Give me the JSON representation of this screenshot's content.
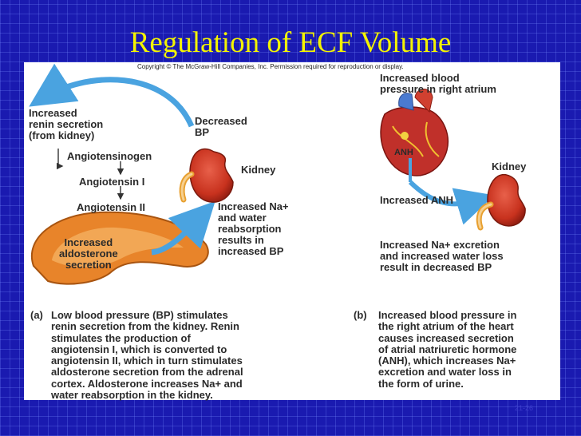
{
  "slide": {
    "title": "Regulation of ECF Volume",
    "copyright": "Copyright © The McGraw-Hill Companies, Inc. Permission required for reproduction or display.",
    "page_number": "21-26"
  },
  "panel_a": {
    "increased_renin": "Increased\nrenin secretion\n(from kidney)",
    "decreased_bp": "Decreased\nBP",
    "angiotensinogen": "Angiotensinogen",
    "angiotensin_1": "Angiotensin I",
    "angiotensin_2": "Angiotensin II",
    "kidney": "Kidney",
    "aldosterone": "Increased\naldosterone\nsecretion",
    "na_reabsorption": "Increased Na+\nand water\nreabsorption\nresults in\nincreased BP",
    "caption_letter": "(a)",
    "caption": "Low blood pressure (BP) stimulates\nrenin secretion from the kidney. Renin\nstimulates the production of\nangiotensin I, which is converted to\nangiotensin II, which in turn stimulates\naldosterone secretion from the adrenal\ncortex. Aldosterone increases Na+ and\nwater reabsorption in the kidney."
  },
  "panel_b": {
    "increased_bp_atrium": "Increased blood\npressure in right atrium",
    "anh_label": "ANH",
    "kidney": "Kidney",
    "increased_anh": "Increased ANH",
    "na_excretion": "Increased Na+ excretion\nand increased water loss\nresult in decreased BP",
    "caption_letter": "(b)",
    "caption": "Increased blood pressure in\nthe right atrium of the heart\ncauses increased secretion\nof atrial natriuretic hormone\n(ANH), which increases Na+\nexcretion and water loss in\nthe form of urine."
  },
  "colors": {
    "background": "#1a1ab0",
    "title": "#f4f400",
    "arrow": "#4aa3e0",
    "kidney": "#c8321e",
    "adrenal": "#e8842a",
    "heart": "#c0302a"
  },
  "icons": [
    "kidney-icon",
    "adrenal-gland-icon",
    "heart-icon",
    "arrow-icon"
  ]
}
